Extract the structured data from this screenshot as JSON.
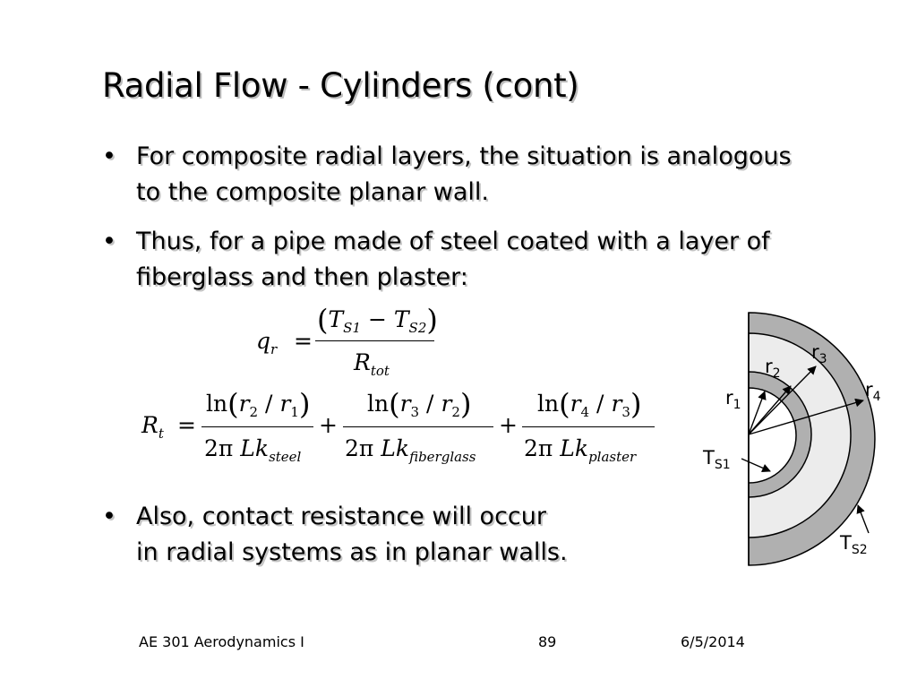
{
  "title": "Radial Flow - Cylinders (cont)",
  "bullets": [
    {
      "lines": [
        "For composite radial layers, the situation is analogous",
        "to the composite planar wall."
      ]
    },
    {
      "lines": [
        "Thus, for a pipe made of steel coated with a layer of",
        "fiberglass and then plaster:"
      ]
    },
    {
      "lines": [
        "Also, contact resistance will occur",
        "in radial systems as in planar walls."
      ]
    }
  ],
  "bullet_symbol": "•",
  "equation1": {
    "lhs": "q",
    "lhs_sub": "r",
    "equals": "=",
    "num_open": "(",
    "t": "T",
    "s1": "S1",
    "minus": "−",
    "s2": "S2",
    "num_close": ")",
    "den": "R",
    "den_sub": "tot"
  },
  "equation2": {
    "lhs": "R",
    "lhs_sub": "t",
    "equals": "=",
    "plus": "+",
    "terms": [
      {
        "ln": "ln",
        "open": "(",
        "r": "r",
        "a": "2",
        "slash": "/",
        "b": "1",
        "close": ")",
        "two_pi": "2π",
        "lk": "Lk",
        "material": "steel"
      },
      {
        "ln": "ln",
        "open": "(",
        "r": "r",
        "a": "3",
        "slash": "/",
        "b": "2",
        "close": ")",
        "two_pi": "2π",
        "lk": "Lk",
        "material": "fiberglass"
      },
      {
        "ln": "ln",
        "open": "(",
        "r": "r",
        "a": "4",
        "slash": "/",
        "b": "3",
        "close": ")",
        "two_pi": "2π",
        "lk": "Lk",
        "material": "plaster"
      }
    ]
  },
  "diagram": {
    "labels": {
      "r": "r",
      "n1": "1",
      "n2": "2",
      "n3": "3",
      "n4": "4",
      "T": "T",
      "s1": "S1",
      "s2": "S2"
    },
    "colors": {
      "steel": "#b0b0b0",
      "fiberglass": "#ececec",
      "plaster": "#b0b0b0",
      "stroke": "#000000"
    }
  },
  "footer": {
    "course": "AE 301 Aerodynamics I",
    "page": "89",
    "date": "6/5/2014"
  }
}
